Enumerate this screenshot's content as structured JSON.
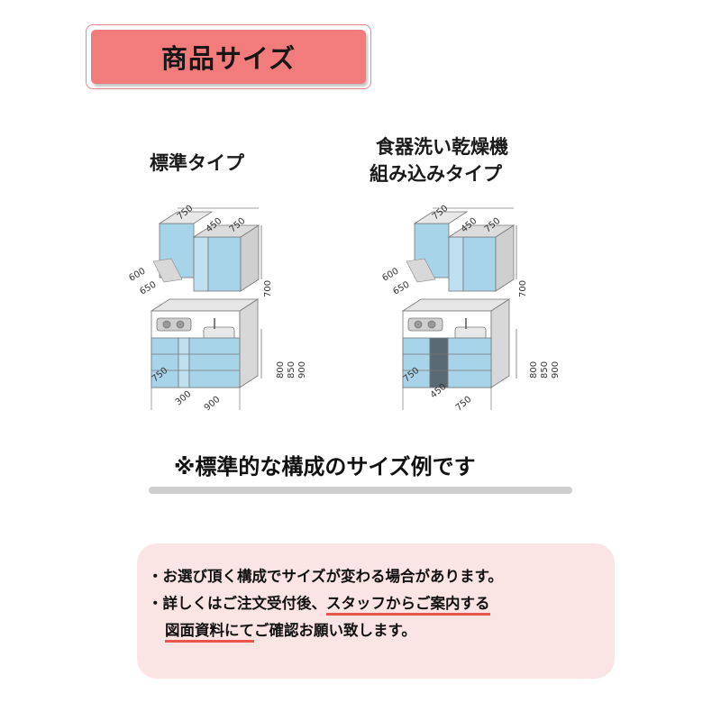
{
  "title": "商品サイズ",
  "types": {
    "standard": {
      "label": "標準タイプ"
    },
    "dishwasher": {
      "label_line1": "食器洗い乾燥機",
      "label_line2": "組み込みタイプ"
    }
  },
  "dimensions": {
    "standard": {
      "upper_widths": [
        "750",
        "450",
        "750"
      ],
      "upper_height": "700",
      "depths": [
        "600",
        "650"
      ],
      "counter_heights": [
        "800",
        "850",
        "900"
      ],
      "lower_widths_top": [
        "750",
        "900"
      ],
      "lower_width_bottom": "300"
    },
    "dishwasher": {
      "upper_widths": [
        "750",
        "450",
        "750"
      ],
      "upper_height": "700",
      "depths": [
        "600",
        "650"
      ],
      "counter_heights": [
        "800",
        "850",
        "900"
      ],
      "lower_widths": [
        "750",
        "450",
        "750"
      ]
    }
  },
  "note": "※標準的な構成のサイズ例です",
  "info": {
    "line1": "・お選び頂く構成でサイズが変わる場合があります。",
    "line2_plain": "・詳しくはご注文受付後、",
    "line2_highlight": "スタッフからご案内する",
    "line3_highlight": "図面資料にて",
    "line3_plain": "ご確認お願い致します。"
  },
  "colors": {
    "title_bg": "#f27c7c",
    "info_bg": "#fbe4e4",
    "underline": "#e8554a",
    "cabinet_blue": "#a8d4ea"
  }
}
